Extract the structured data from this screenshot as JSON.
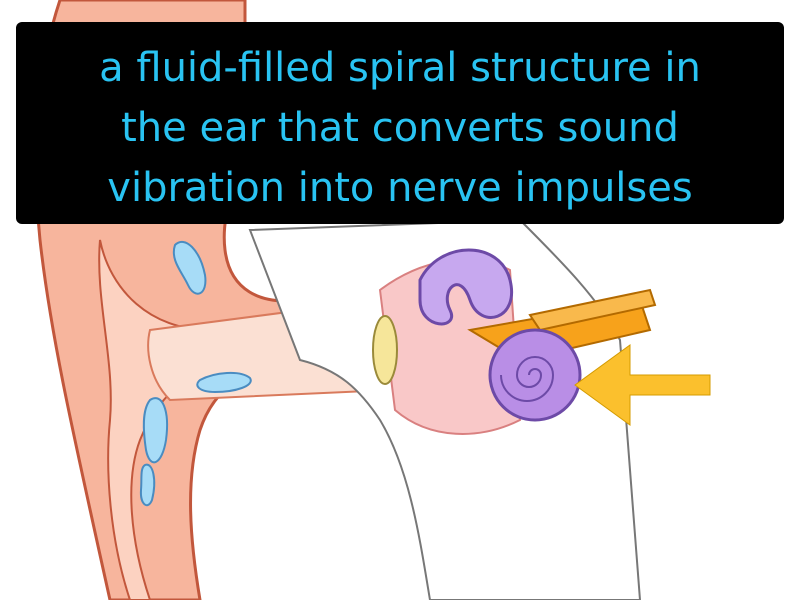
{
  "caption": {
    "lines": [
      "a fluid-filled spiral structure in",
      "the ear that converts sound",
      "vibration into nerve impulses"
    ]
  },
  "colors": {
    "caption_background": "#000000",
    "caption_text": "#29c3f2",
    "skin": "#f4a58a",
    "skin_outline": "#c2573c",
    "cochlea": "#b98ee6",
    "nerve": "#f7a21b",
    "arrow": "#fbc02d",
    "canal_fluid": "#a7dcf7"
  },
  "illustration": {
    "subject": "ear-anatomy",
    "highlight": "cochlea",
    "pointer": "arrow-pointing-left"
  }
}
